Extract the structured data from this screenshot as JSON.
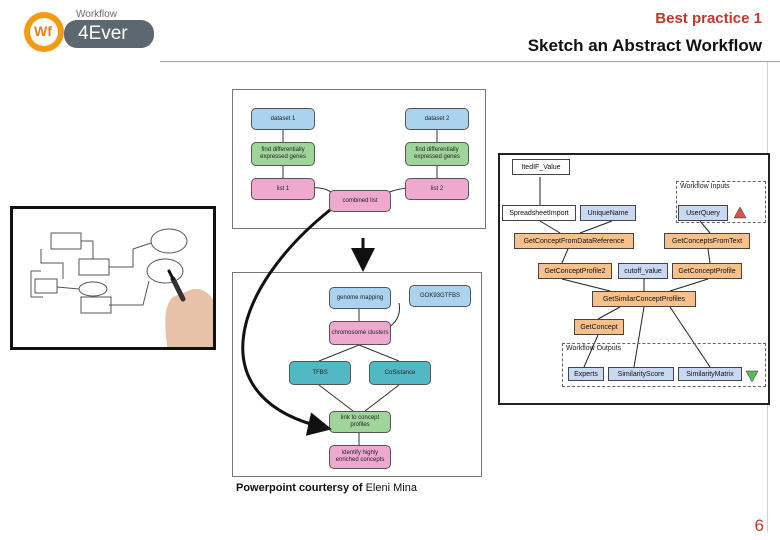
{
  "header": {
    "logo_small_text": "Workflow",
    "logo_mark_text": "Wf",
    "logo_big_text": "4Ever",
    "section_label": "Best practice 1",
    "title": "Sketch an Abstract Workflow"
  },
  "abstract_workflow": {
    "dataset_1": "dataset 1",
    "dataset_2": "dataset 2",
    "find_genes_1": "find differentially expressed genes",
    "find_genes_2": "find differentially expressed genes",
    "list_1": "list 1",
    "list_2": "list 2",
    "combined_list": "combined list"
  },
  "mapping_workflow": {
    "genome_mapping": "genome mapping",
    "gok_tfbs": "GOK93GTFBS",
    "chromosome_clusters": "chromosome clusters",
    "tfbs": "TFBS",
    "cosistance": "CoSistance",
    "link_concept": "link to concept profiles",
    "identify": "identify highly enriched concepts"
  },
  "taverna_workflow": {
    "input_value": "ItedIF_Value",
    "spreadsheet_import": "SpreadsheetImport",
    "unique_name": "UniqueName",
    "workflow_inputs": "Workflow Inputs",
    "user_query": "UserQuery",
    "get_concept_from_data_ref": "GetConceptFromDataReference",
    "get_concepts_from_text": "GetConceptsFromText",
    "get_concept_profile_2": "GetConceptProfile2",
    "cutoff_value": "cutoff_value",
    "get_concept_profile": "GetConceptProfile",
    "get_similar_concept_profiles": "GetSimilarConceptProfiles",
    "get_concept": "GetConcept",
    "workflow_outputs": "Workflow Outputs",
    "experts": "Experts",
    "similarity_score": "SimilarityScore",
    "similarity_matrix": "SimilarityMatrix"
  },
  "credit": {
    "prefix": "Powerpoint courtersy of",
    "name": "Eleni Mina"
  },
  "page_number": "6",
  "colors": {
    "accent_red": "#c0392b",
    "node_blue": "#a9d3ee",
    "node_green": "#9fd49a",
    "node_pink": "#efa9cf",
    "node_teal": "#53b8c6",
    "taverna_orange": "#f8c08a",
    "taverna_blue": "#c9d9f3"
  }
}
